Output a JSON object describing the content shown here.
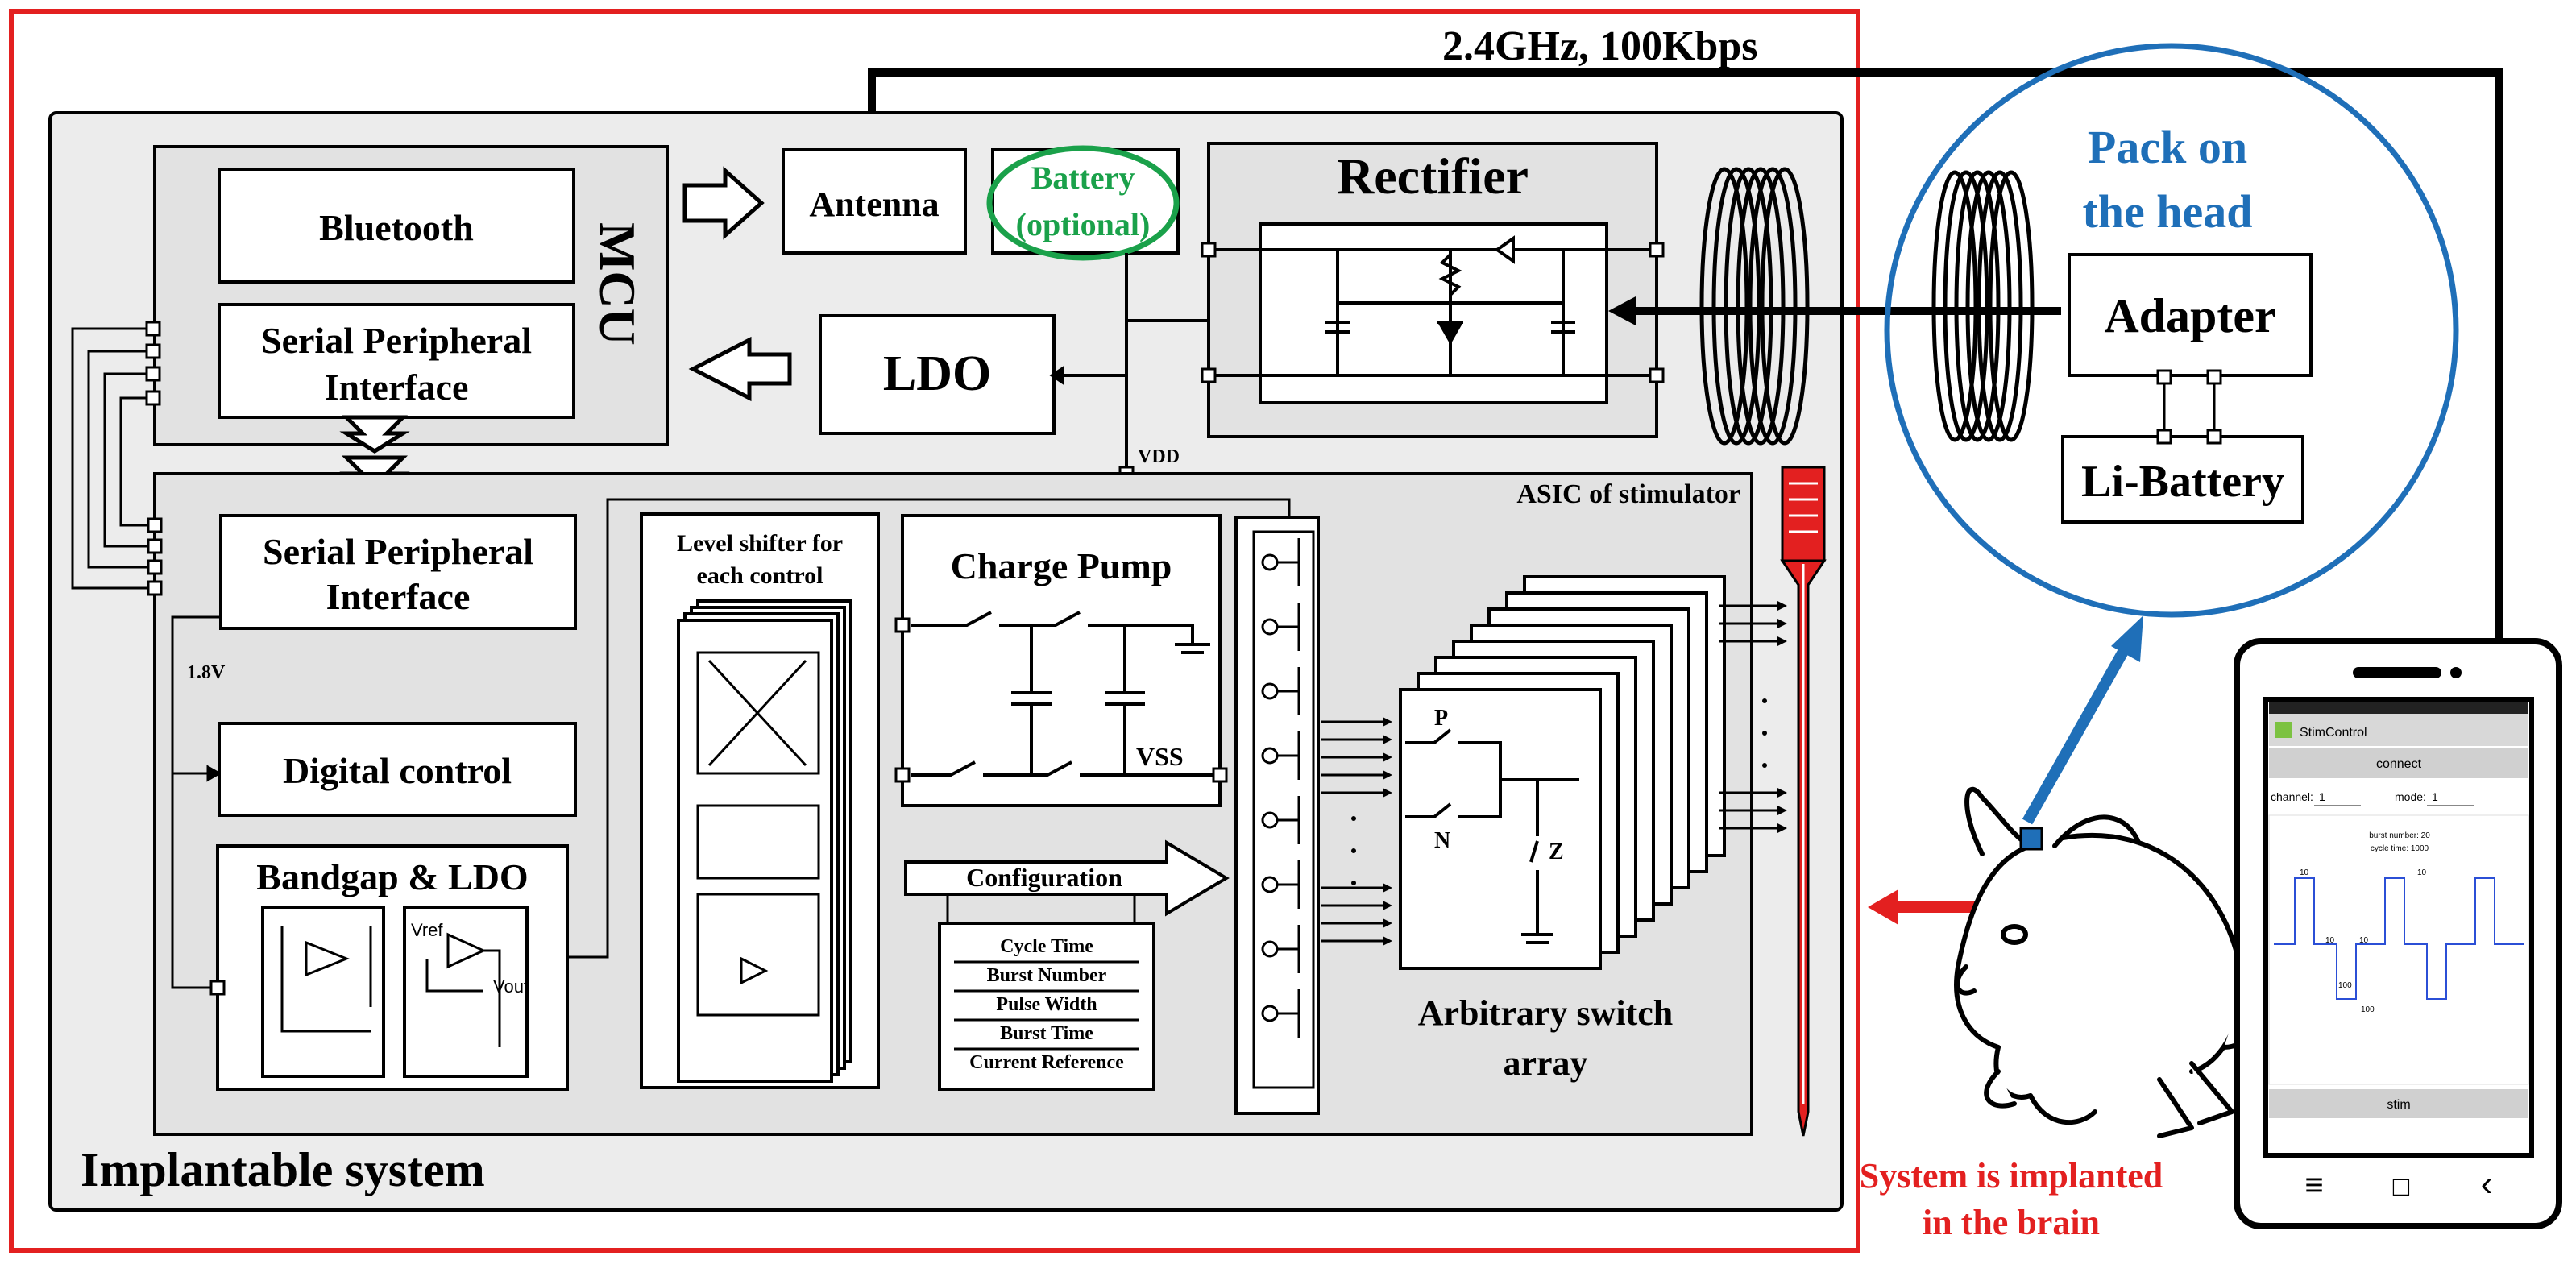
{
  "link": {
    "label": "2.4GHz, 100Kbps"
  },
  "implant": {
    "title": "Implantable system",
    "mcu": {
      "label": "MCU",
      "bluetooth": "Bluetooth",
      "spi_line1": "Serial Peripheral",
      "spi_line2": "Interface"
    },
    "antenna": "Antenna",
    "battery_line1": "Battery",
    "battery_line2": "(optional)",
    "rectifier": "Rectifier",
    "ldo": "LDO",
    "vdd": "VDD",
    "asic": {
      "title": "ASIC of stimulator",
      "spi_line1": "Serial Peripheral",
      "spi_line2": "Interface",
      "v18": "1.8V",
      "digital_control": "Digital control",
      "bandgap_title": "Bandgap & LDO",
      "vref": "Vref",
      "vout": "Vout",
      "level_shifter_line1": "Level shifter for",
      "level_shifter_line2": "each control",
      "charge_pump": "Charge Pump",
      "vss": "VSS",
      "configuration": "Configuration",
      "config_items": [
        "Cycle Time",
        "Burst Number",
        "Pulse Width",
        "Burst Time",
        "Current Reference"
      ],
      "switch_labels": {
        "p": "P",
        "n": "N",
        "z": "Z"
      },
      "switch_array_line1": "Arbitrary switch",
      "switch_array_line2": "array"
    }
  },
  "head_pack": {
    "title_line1": "Pack on",
    "title_line2": "the head",
    "adapter": "Adapter",
    "li_battery": "Li-Battery"
  },
  "implanted_note": {
    "line1": "System is implanted",
    "line2": "in the brain"
  },
  "phone": {
    "app_name": "StimControl",
    "connect": "connect",
    "channel_label": "channel:",
    "channel_value": "1",
    "mode_label": "mode:",
    "mode_value": "1",
    "burst_number": "burst number: 20",
    "cycle_time": "cycle time: 1000",
    "pulse_labels": [
      "10",
      "10",
      "10",
      "100",
      "100",
      "10"
    ],
    "stim": "stim",
    "nav": [
      "≡",
      "□",
      "‹"
    ]
  },
  "colors": {
    "red": "#e32020",
    "blue": "#1f6fb8",
    "green": "#1aa14a",
    "panel_gray": "#ececec",
    "inner_gray": "#e2e2e2"
  }
}
